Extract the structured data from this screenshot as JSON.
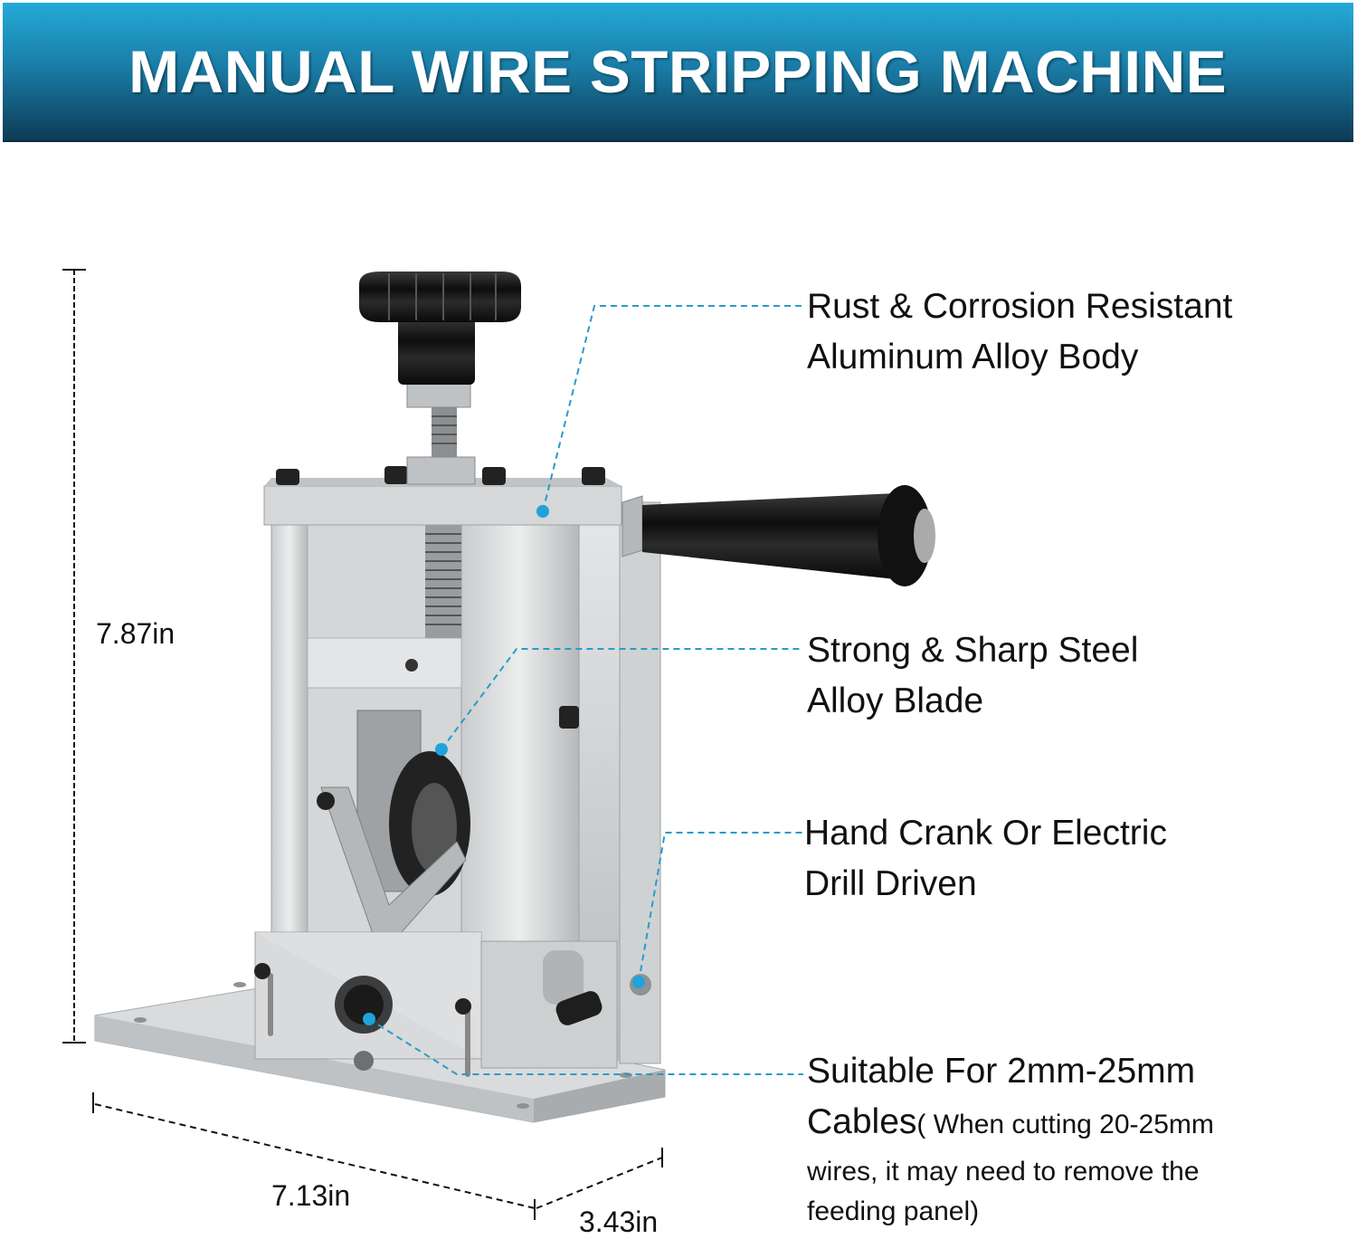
{
  "banner": {
    "title": "MANUAL WIRE STRIPPING MACHINE",
    "gradient_top": "#24aad8",
    "gradient_bottom": "#0e3a54"
  },
  "features": [
    {
      "line1": "Rust & Corrosion Resistant",
      "line2": "Aluminum Alloy Body"
    },
    {
      "line1": "Strong & Sharp Steel",
      "line2": "Alloy Blade"
    },
    {
      "line1": "Hand Crank Or Electric",
      "line2": "Drill Driven"
    },
    {
      "line1": "Suitable For 2mm-25mm",
      "line2": "Cables",
      "note_part1": "( When cutting 20-25mm",
      "note_part2": "wires, it may need to remove the",
      "note_part3": "feeding panel)"
    }
  ],
  "dimensions": {
    "height": "7.87in",
    "length": "7.13in",
    "width": "3.43in"
  },
  "callout_color": "#1ea3dc",
  "product": {
    "name": "wire-stripping-machine",
    "parts": [
      "adjustment-knob",
      "threaded-screw",
      "aluminum-frame",
      "hand-crank-handle",
      "blade-wheel",
      "feeding-hole",
      "base-plate",
      "drill-socket"
    ]
  }
}
